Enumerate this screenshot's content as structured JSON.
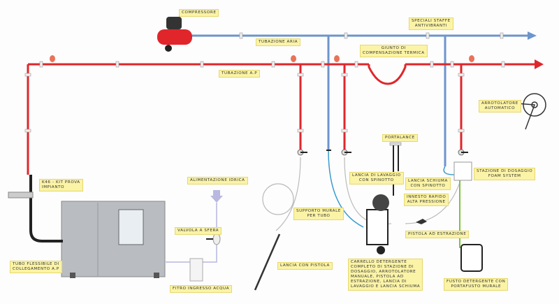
{
  "colors": {
    "air_pipe": "#6d95cc",
    "hp_pipe": "#e0262b",
    "detergent_pipe": "#7cc43a",
    "label_bg": "#fbf3a6"
  },
  "labels": {
    "compressore": "Compressore",
    "tubazione_aria": "Tubazione aria",
    "staffe": "Speciali Staffe\nantivibranti",
    "giunto": "Giunto di\nCompensazione Termica",
    "tubazione_ap": "Tubazione A.P",
    "arrotolatore": "Arrotolatore\nautomatico",
    "portalance": "Portalance",
    "kit_prova": "K46 - Kit Prova\nimpianto",
    "alimentazione": "Alimentazione idrica",
    "lancia_lavaggio": "Lancia di lavaggio\ncon spinotto",
    "lancia_schiuma": "Lancia schiuma\ncon spinotto",
    "stazione": "Stazione di dosaggio\nFoam System",
    "innesto": "Innesto Rapido\nAlta pressione",
    "supporto": "Supporto murale\nper tubo",
    "valvola": "Valvola a sfera",
    "pistola_estrazione": "Pistola ad estrazione",
    "tubo_flessibile": "Tubo flessibile di\ncollegamento A.P",
    "lancia_pistola": "Lancia con pistola",
    "carrello": "Carrello detergente\ncompleto di stazione di\ndosaggio, arrotolatore\nmanuale, pistola ad\nestrazione, lancia di\nlavaggio e lancia schiuma",
    "filtro": "Fitro ingresso acqua",
    "fusto": "Fusto detergente con\nportafusto murale"
  }
}
